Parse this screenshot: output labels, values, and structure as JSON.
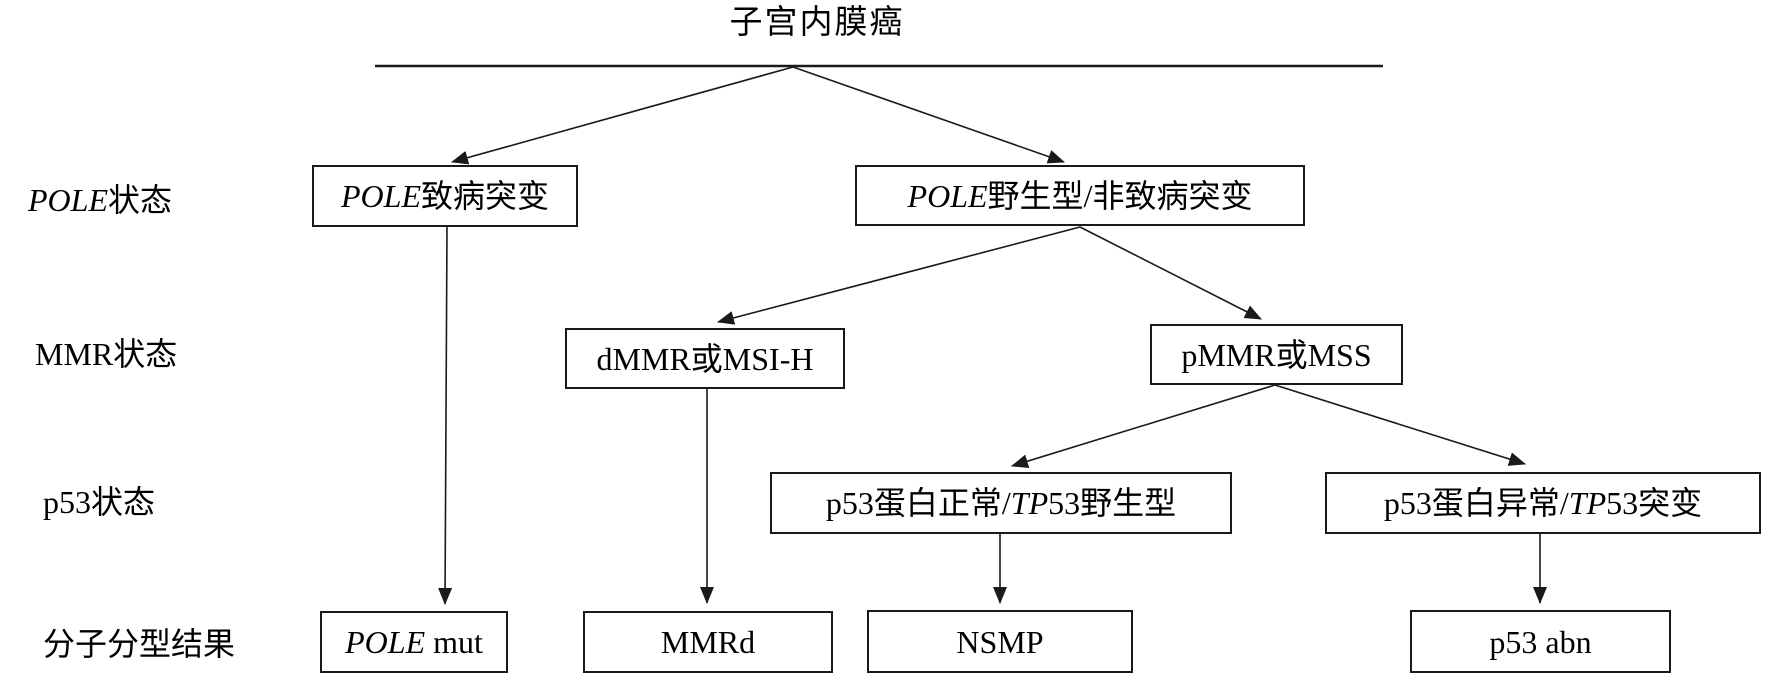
{
  "title": "子宫内膜癌",
  "row_labels": [
    {
      "pre": "",
      "em": "POLE",
      "post": "状态"
    },
    {
      "pre": "MMR状态",
      "em": "",
      "post": ""
    },
    {
      "pre": "p53状态",
      "em": "",
      "post": ""
    },
    {
      "pre": "分子分型结果",
      "em": "",
      "post": ""
    }
  ],
  "nodes": {
    "pole_pathogenic": {
      "pre": "",
      "em": "POLE",
      "post": "致病突变"
    },
    "pole_wildtype": {
      "pre": "",
      "em": "POLE",
      "post": "野生型/非致病突变"
    },
    "dmmr_msih": {
      "pre": "dMMR或MSI-H",
      "em": "",
      "post": ""
    },
    "pmmr_mss": {
      "pre": "pMMR或MSS",
      "em": "",
      "post": ""
    },
    "p53_normal": {
      "pre": "p53蛋白正常/",
      "em": "TP",
      "post": "53野生型"
    },
    "p53_abnormal": {
      "pre": "p53蛋白异常/",
      "em": "TP",
      "post": "53突变"
    },
    "result_pole_mut": {
      "pre": "",
      "em": "POLE",
      "post": " mut"
    },
    "result_mmrd": {
      "pre": "MMRd",
      "em": "",
      "post": ""
    },
    "result_nsmp": {
      "pre": "NSMP",
      "em": "",
      "post": ""
    },
    "result_p53_abn": {
      "pre": "p53 abn",
      "em": "",
      "post": ""
    }
  },
  "edges": [
    {
      "from": "子宫内膜癌",
      "to": "POLE致病突变"
    },
    {
      "from": "子宫内膜癌",
      "to": "POLE野生型/非致病突变"
    },
    {
      "from": "POLE致病突变",
      "to": "POLE mut"
    },
    {
      "from": "POLE野生型/非致病突变",
      "to": "dMMR或MSI-H"
    },
    {
      "from": "POLE野生型/非致病突变",
      "to": "pMMR或MSS"
    },
    {
      "from": "dMMR或MSI-H",
      "to": "MMRd"
    },
    {
      "from": "pMMR或MSS",
      "to": "p53蛋白正常/TP53野生型"
    },
    {
      "from": "pMMR或MSS",
      "to": "p53蛋白异常/TP53突变"
    },
    {
      "from": "p53蛋白正常/TP53野生型",
      "to": "NSMP"
    },
    {
      "from": "p53蛋白异常/TP53突变",
      "to": "p53 abn"
    }
  ],
  "colors": {
    "line": "#1a1a1a",
    "background": "#ffffff",
    "text": "#000000"
  }
}
